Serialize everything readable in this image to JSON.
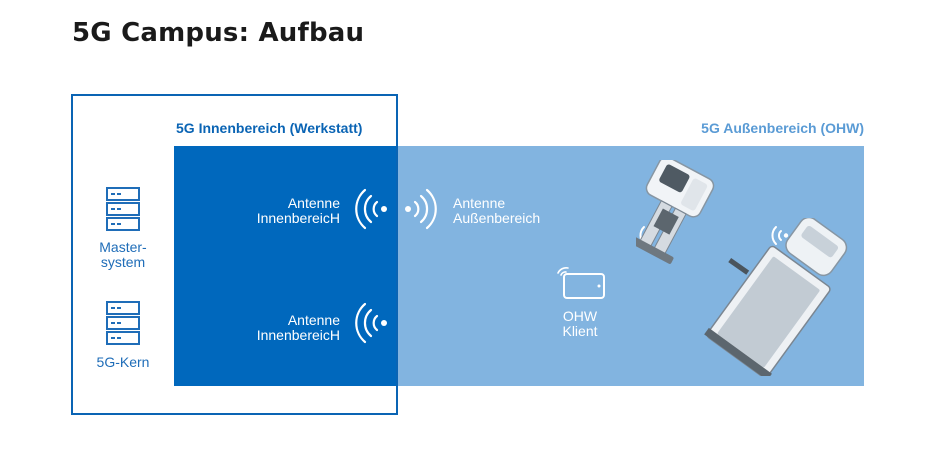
{
  "title": "5G Campus: Aufbau",
  "inner_area": {
    "label": "5G Innenbereich (Werkstatt)"
  },
  "outer_area": {
    "label": "5G Außenbereich (OHW)"
  },
  "nodes": {
    "mastersystem": {
      "line1": "Master-",
      "line2": "system"
    },
    "kern": {
      "label": "5G-Kern"
    },
    "antenna_inner_top": {
      "line1": "Antenne",
      "line2": "InnenbereicH"
    },
    "antenna_inner_bottom": {
      "line1": "Antenne",
      "line2": "InnenbereicH"
    },
    "antenna_outer": {
      "line1": "Antenne",
      "line2": "Außenbereich"
    },
    "ohw_client": {
      "line1": "OHW",
      "line2": "Klient"
    }
  },
  "colors": {
    "inner_fill": "#0068bd",
    "outer_fill": "#82b4e0",
    "frame": "#0a64b4",
    "icon_blue": "#1f6db8"
  }
}
